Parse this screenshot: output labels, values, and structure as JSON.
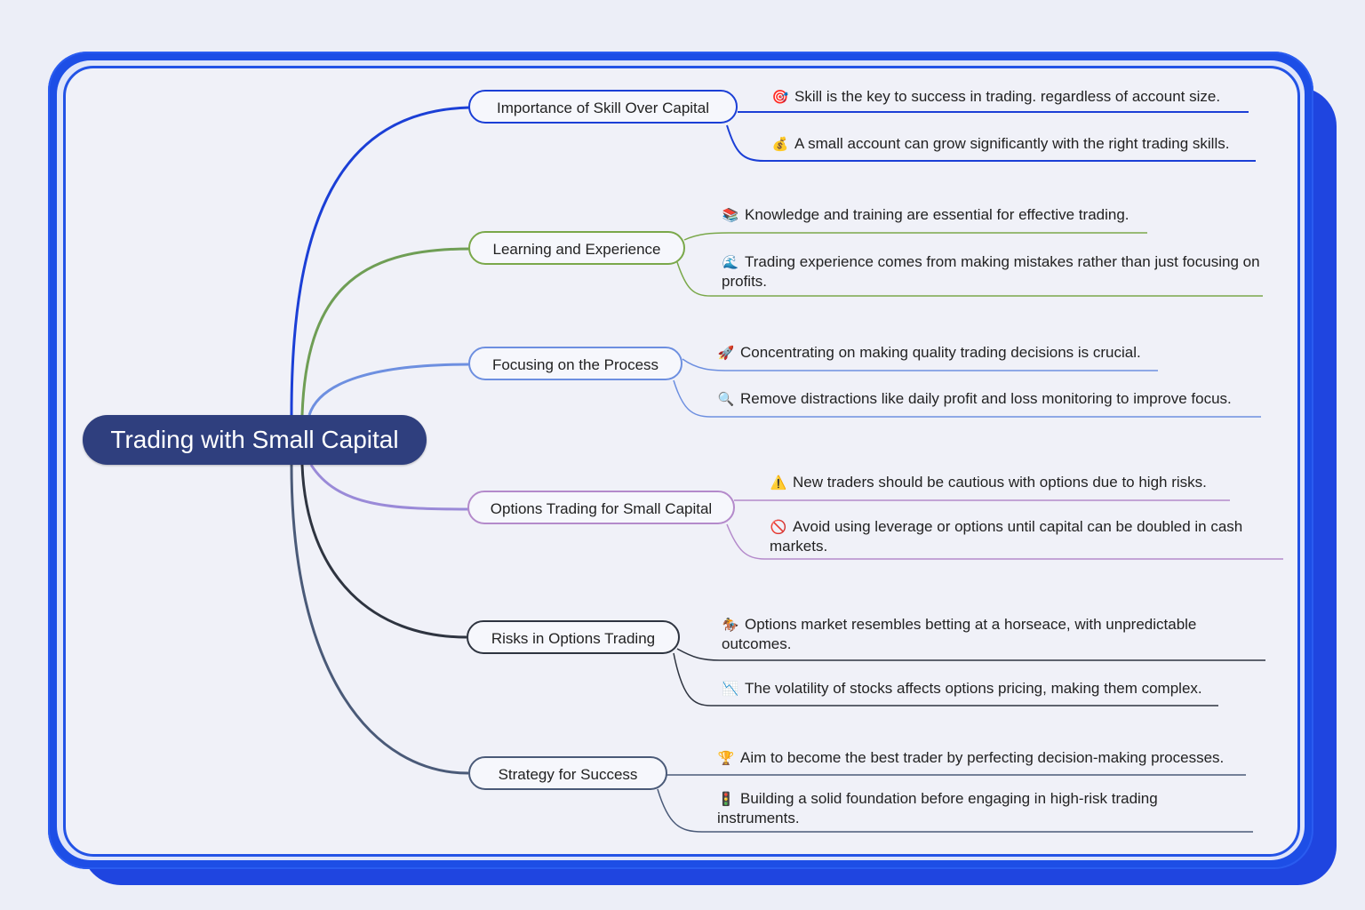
{
  "central": {
    "title": "Trading with Small Capital"
  },
  "branches": [
    {
      "label": "Importance of Skill Over Capital",
      "color": "#1b3fd6",
      "leaves": [
        {
          "icon": "target-icon",
          "glyph": "🎯",
          "text": "Skill is the key to success in trading. regardless of account size."
        },
        {
          "icon": "money-bag-icon",
          "glyph": "💰",
          "text": "A small account can grow significantly with the right trading skills."
        }
      ]
    },
    {
      "label": "Learning and Experience",
      "color": "#7aa84a",
      "leaves": [
        {
          "icon": "books-icon",
          "glyph": "📚",
          "text": "Knowledge and training are essential for effective trading."
        },
        {
          "icon": "wave-icon",
          "glyph": "🌊",
          "text": "Trading experience comes from making mistakes rather than just focusing on profits."
        }
      ]
    },
    {
      "label": "Focusing on the Process",
      "color": "#6d8fe0",
      "leaves": [
        {
          "icon": "rocket-icon",
          "glyph": "🚀",
          "text": "Concentrating on making quality trading decisions is crucial."
        },
        {
          "icon": "magnifier-icon",
          "glyph": "🔍",
          "text": "Remove distractions like daily profit and loss monitoring to improve  focus."
        }
      ]
    },
    {
      "label": "Options Trading for Small Capital",
      "color": "#b48acb",
      "leaves": [
        {
          "icon": "warning-icon",
          "glyph": "⚠️",
          "text": "New traders should be cautious with options due to high risks."
        },
        {
          "icon": "prohibited-icon",
          "glyph": "🚫",
          "text": "Avoid using leverage or options until capital can be doubled in cash markets."
        }
      ]
    },
    {
      "label": "Risks in Options Trading",
      "color": "#2e3440",
      "leaves": [
        {
          "icon": "horse-racing-icon",
          "glyph": "🏇",
          "text": "Options market resembles betting at a horseace, with unpredictable outcomes."
        },
        {
          "icon": "chart-decreasing-icon",
          "glyph": "📉",
          "text": "The volatility of stocks affects options pricing, making them complex."
        }
      ]
    },
    {
      "label": "Strategy for Success",
      "color": "#4a5a78",
      "leaves": [
        {
          "icon": "trophy-icon",
          "glyph": "🏆",
          "text": "Aim to become the best trader by perfecting decision-making processes."
        },
        {
          "icon": "traffic-light-icon",
          "glyph": "🚦",
          "text": "Building a solid foundation before engaging in high-risk trading instruments."
        }
      ]
    }
  ]
}
